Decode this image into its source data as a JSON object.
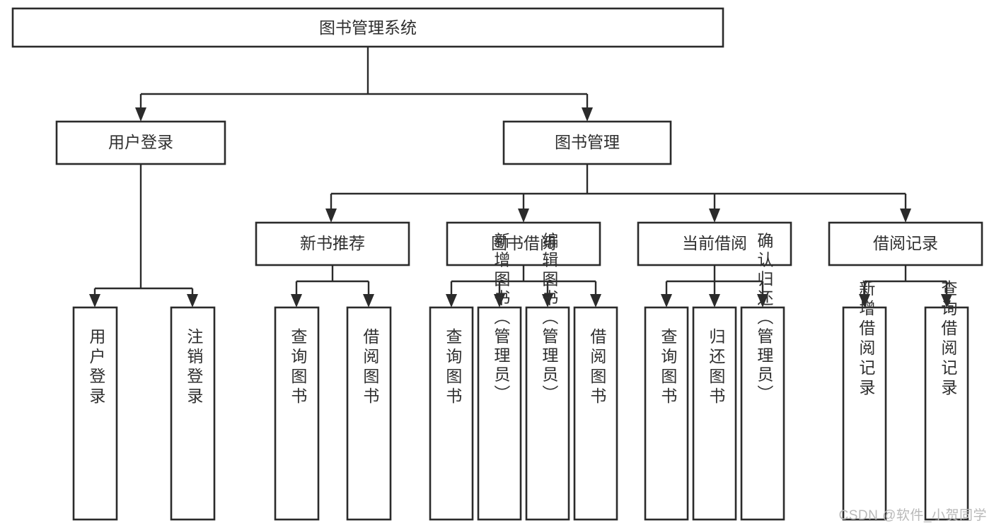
{
  "diagram": {
    "type": "tree-flowchart",
    "title": "图书管理系统",
    "watermark": "CSDN @软件_小贺同学",
    "colors": {
      "background": "#ffffff",
      "box_fill": "#ffffff",
      "box_stroke": "#2b2b2b",
      "connector": "#2b2b2b",
      "text": "#2f2f2f",
      "watermark": "#b9b9b9"
    },
    "root": {
      "label": "图书管理系统"
    },
    "level2": [
      {
        "label": "用户登录"
      },
      {
        "label": "图书管理"
      }
    ],
    "level3": [
      {
        "label": "新书推荐"
      },
      {
        "label": "图书借阅"
      },
      {
        "label": "当前借阅"
      },
      {
        "label": "借阅记录"
      }
    ],
    "leaves": {
      "user_login": [
        {
          "label": "用户登录"
        },
        {
          "label": "注销登录"
        }
      ],
      "new_book_recommend": [
        {
          "label": "查询图书"
        },
        {
          "label": "借阅图书"
        }
      ],
      "book_borrow": [
        {
          "label": "查询图书"
        },
        {
          "label": "新增图书（管理员）"
        },
        {
          "label": "编辑图书（管理员）"
        },
        {
          "label": "借阅图书"
        }
      ],
      "current_borrow": [
        {
          "label": "查询图书"
        },
        {
          "label": "归还图书"
        },
        {
          "label": "确认归还（管理员）"
        }
      ],
      "borrow_records": [
        {
          "label": "新增借阅记录"
        },
        {
          "label": "查询借阅记录"
        }
      ]
    }
  }
}
